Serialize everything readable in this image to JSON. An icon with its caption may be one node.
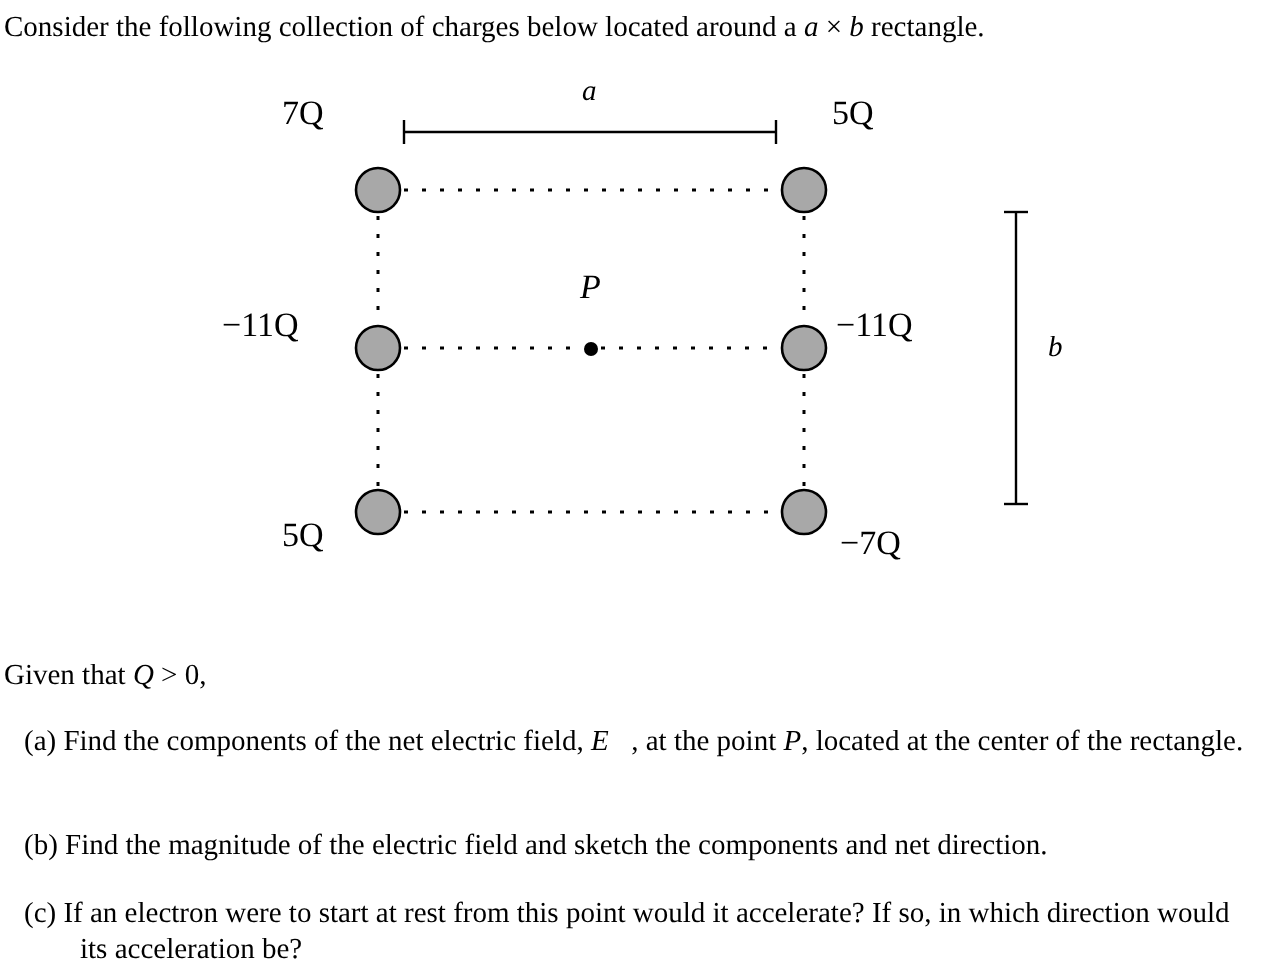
{
  "diagram": {
    "title": "Consider the following collection of charges below located around a *a* × *b* rectangle.",
    "nodes": [
      {
        "text": [],
        "shape": "circle",
        "beside": [
          "7Q"
        ]
      },
      {
        "text": [],
        "shape": "circle",
        "beside": [
          "5Q"
        ]
      },
      {
        "text": [],
        "shape": "circle",
        "beside": [
          "−11Q"
        ]
      },
      {
        "text": [],
        "shape": "dot",
        "beside": [
          "*P*"
        ]
      },
      {
        "text": [],
        "shape": "circle",
        "beside": [
          "−11Q"
        ]
      },
      {
        "text": [],
        "shape": "circle",
        "beside": [
          "5Q"
        ]
      },
      {
        "text": [],
        "shape": "circle",
        "beside": [
          "−7Q"
        ]
      }
    ],
    "edges": [
      {
        "from": 0,
        "to": 1,
        "arrow": "none",
        "style": "dashed"
      },
      {
        "from": 0,
        "to": 2,
        "arrow": "none",
        "style": "dashed"
      },
      {
        "from": 1,
        "to": 4,
        "arrow": "none",
        "style": "dashed"
      },
      {
        "from": 2,
        "to": 3,
        "arrow": "none",
        "style": "dashed"
      },
      {
        "from": 3,
        "to": 4,
        "arrow": "none",
        "style": "dashed"
      },
      {
        "from": 2,
        "to": 5,
        "arrow": "none",
        "style": "dashed"
      },
      {
        "from": 4,
        "to": 6,
        "arrow": "none",
        "style": "dashed"
      },
      {
        "from": 5,
        "to": 6,
        "arrow": "none",
        "style": "dashed"
      }
    ],
    "labels": [
      "*a*",
      "*b*",
      "Given that *Q* > 0,",
      "(a) Find the components of the net electric field, *E⃗*, at the point *P*, located at the center of the rectangle.",
      "(b) Find the magnitude of the electric field and sketch the components and net direction.",
      "(c) If an electron were to start at rest from this point would it accelerate? If so, in which direction would its acceleration be?"
    ]
  }
}
